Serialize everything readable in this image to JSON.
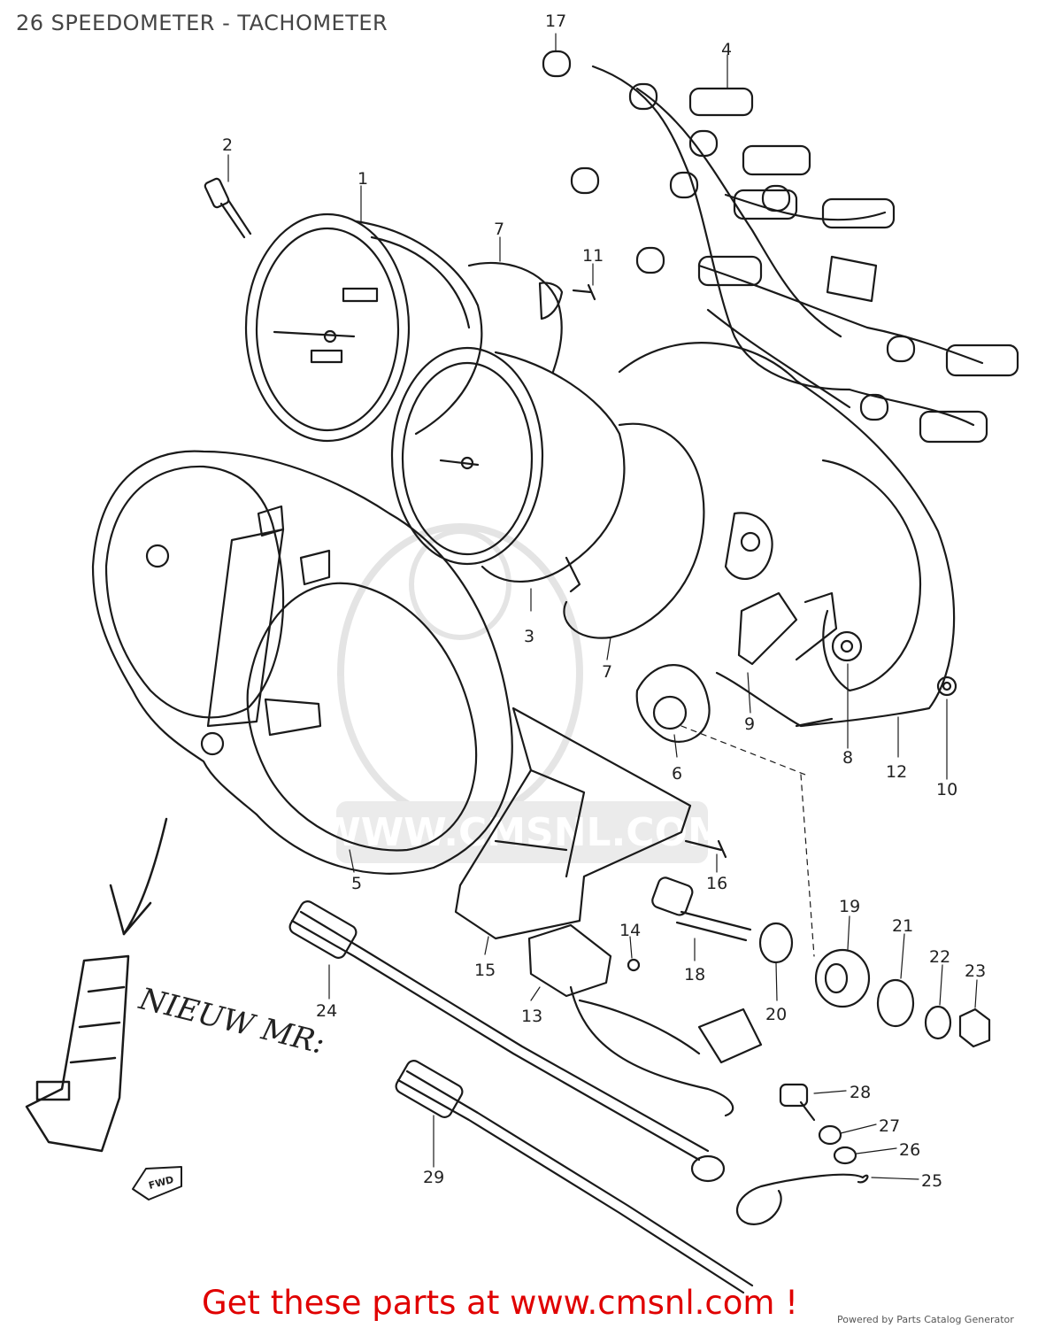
{
  "header": {
    "title": "26 SPEEDOMETER - TACHOMETER"
  },
  "diagram": {
    "callouts": [
      "1",
      "2",
      "3",
      "4",
      "5",
      "6",
      "7",
      "7",
      "8",
      "9",
      "10",
      "11",
      "12",
      "13",
      "14",
      "15",
      "16",
      "17",
      "18",
      "19",
      "20",
      "21",
      "22",
      "23",
      "24",
      "25",
      "26",
      "27",
      "28",
      "29"
    ],
    "handwritten_note": "NIEUW MR:",
    "fwd_arrow": "FWD",
    "watermark": "WWW.CMSNL.COM",
    "colors": {
      "line": "#1a1a1a",
      "watermark": "#cfcfcf",
      "promo": "#e00000"
    }
  },
  "footer": {
    "promo": "Get these parts at www.cmsnl.com !",
    "powered_by": "Powered by Parts Catalog Generator"
  }
}
